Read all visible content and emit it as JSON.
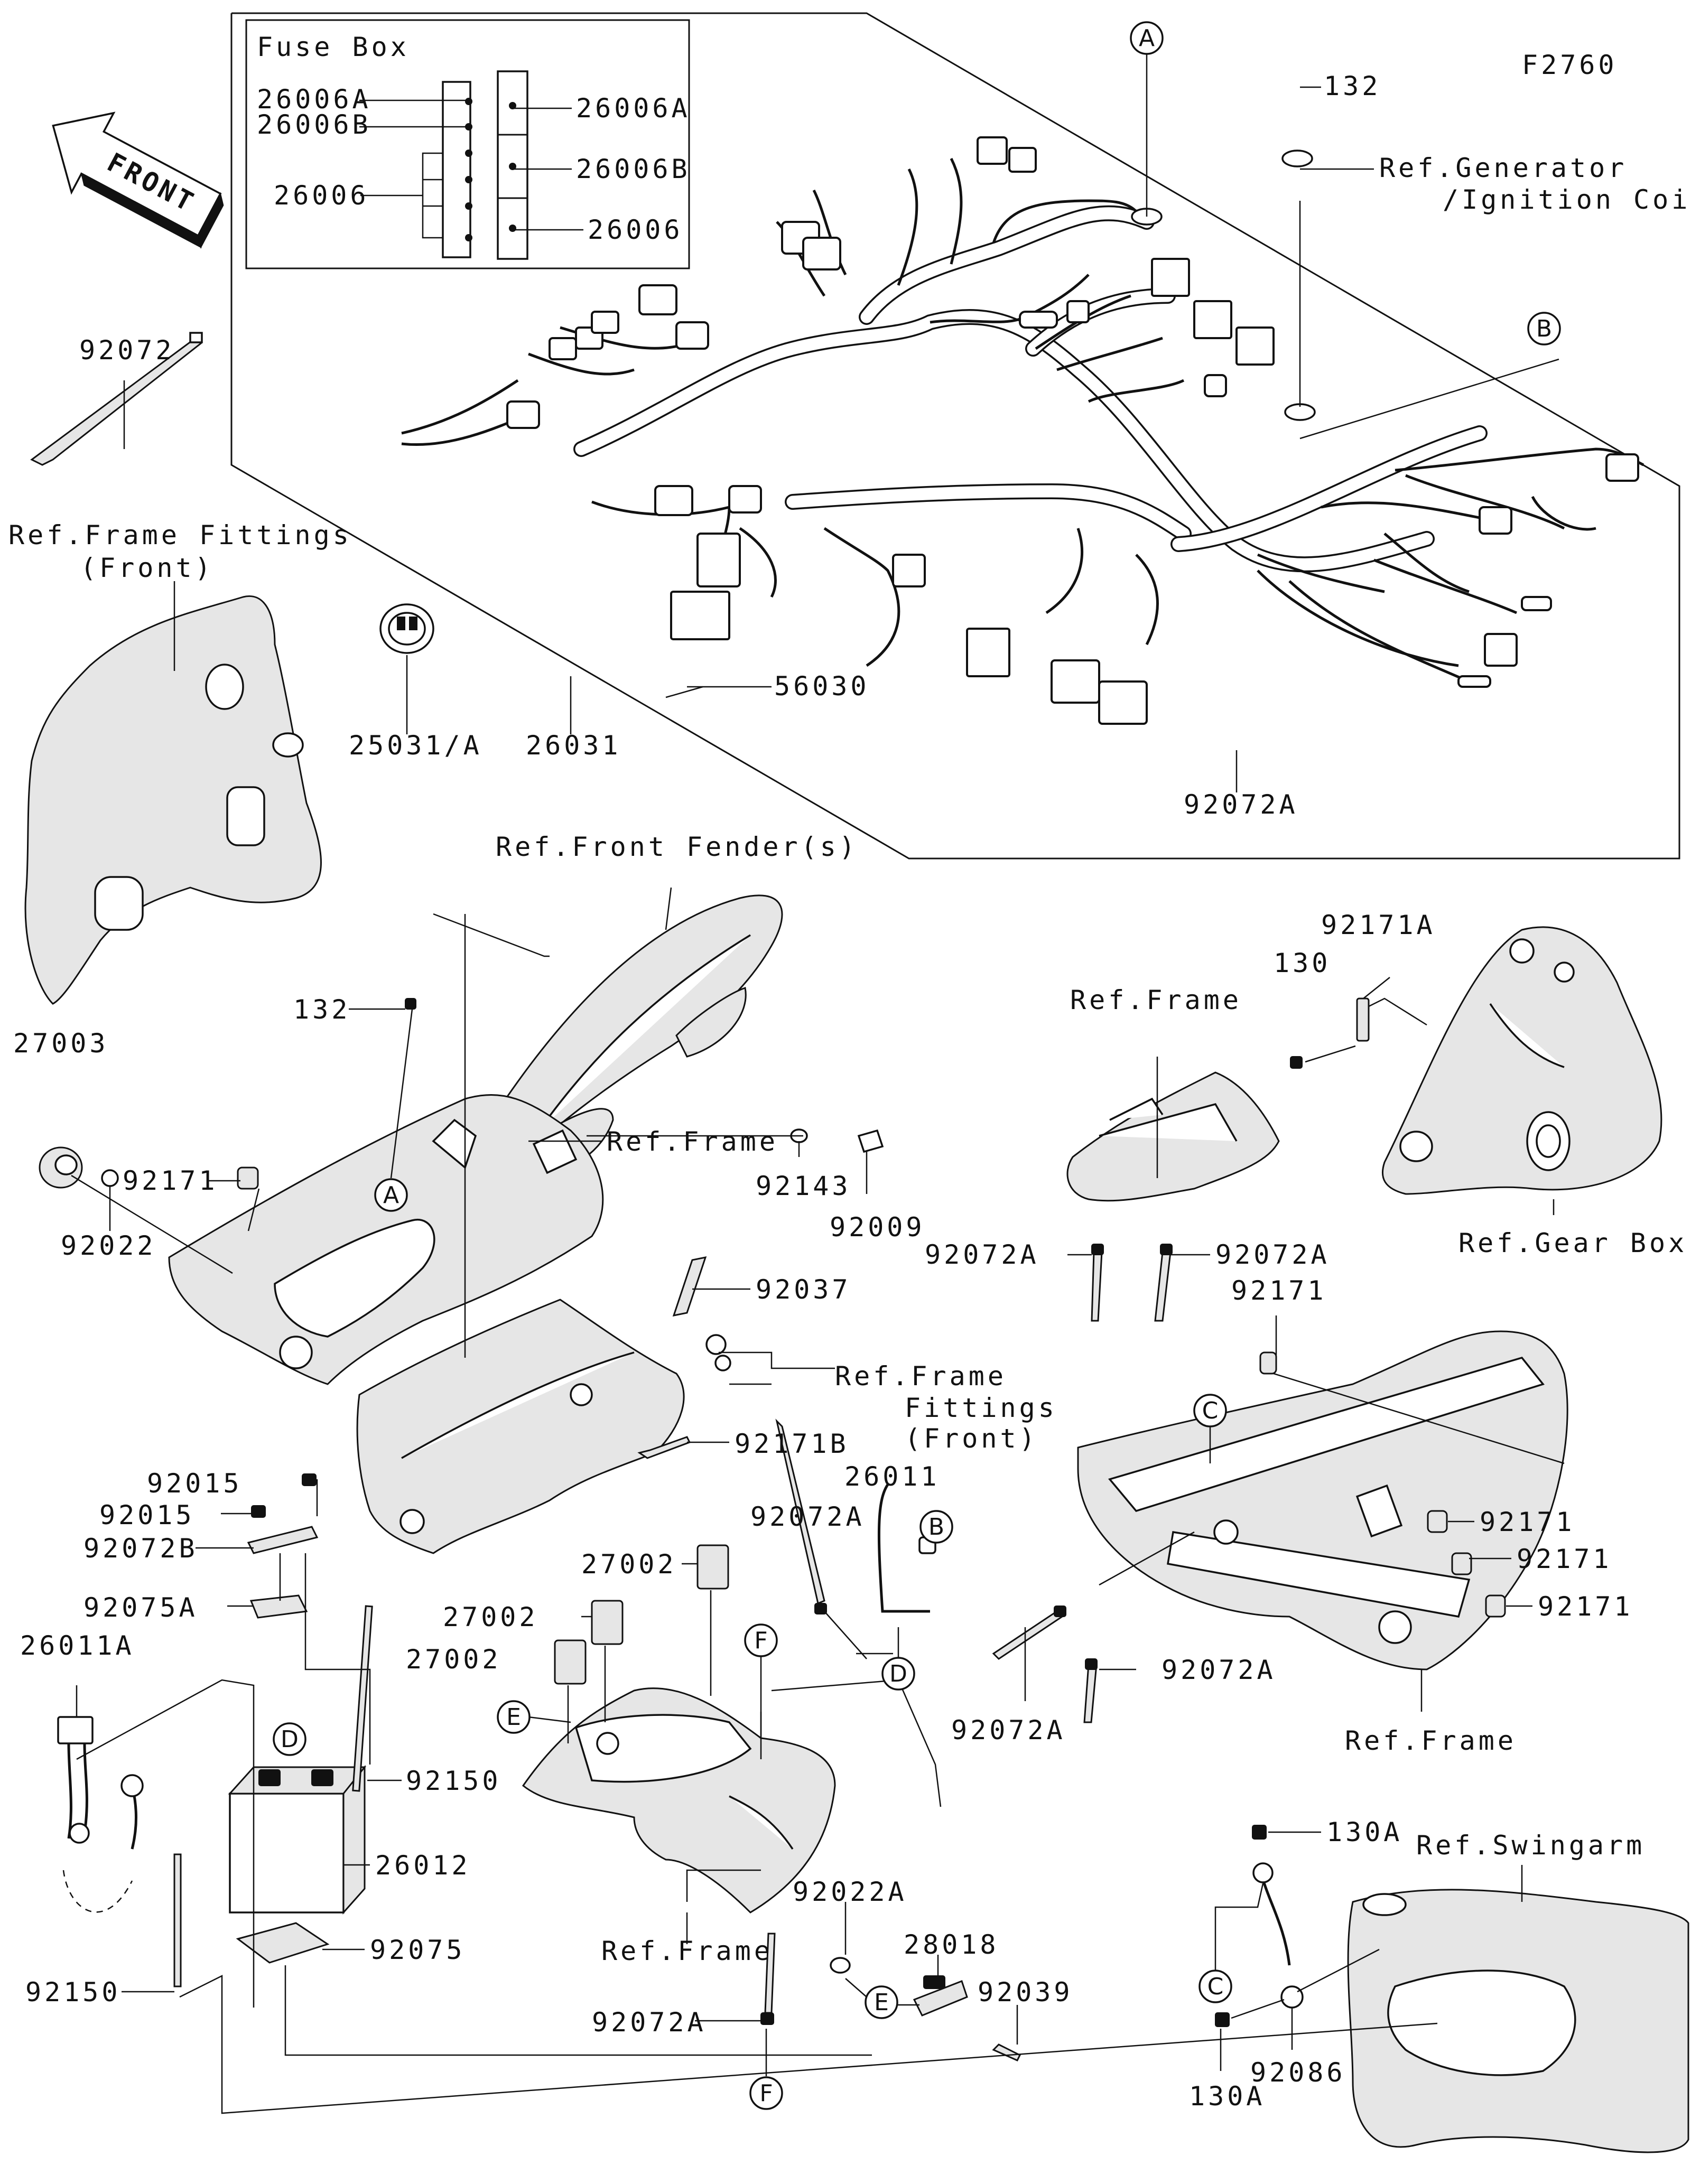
{
  "figure_id": "F2760",
  "front_arrow_label": "FRONT",
  "fuse_box": {
    "title": "Fuse Box",
    "left_labels": [
      "26006A",
      "26006B",
      "26006"
    ],
    "right_labels": [
      "26006A",
      "26006B",
      "26006"
    ]
  },
  "callouts": {
    "circle_a": "A",
    "circle_b": "B",
    "circle_c": "C",
    "circle_d": "D",
    "circle_e": "E",
    "circle_f": "F"
  },
  "labels": {
    "p132_top": "132",
    "ref_generator": "Ref.Generator",
    "ref_generator_2": "/Ignition Coil",
    "p92072": "92072",
    "ref_frame_fittings_front": "Ref.Frame Fittings",
    "ref_frame_fittings_front_2": "(Front)",
    "p25031a": "25031/A",
    "p26031": "26031",
    "p56030": "56030",
    "p92072a_harness": "92072A",
    "ref_front_fenders": "Ref.Front Fender(s)",
    "p132_mid": "132",
    "p27003": "27003",
    "p92171_left": "92171",
    "p92022": "92022",
    "ref_frame_mid": "Ref.Frame",
    "p92143": "92143",
    "p92009": "92009",
    "p92037": "92037",
    "ref_frame_fittings_2a": "Ref.Frame",
    "ref_frame_fittings_2b": "Fittings",
    "ref_frame_fittings_2c": "(Front)",
    "p92171b": "92171B",
    "p92171a": "92171A",
    "p130": "130",
    "ref_frame_right": "Ref.Frame",
    "p92072a_r1": "92072A",
    "p92072a_r2": "92072A",
    "ref_gear_box": "Ref.Gear Box",
    "p92171_r0": "92171",
    "p92171_r1": "92171",
    "p92171_r2": "92171",
    "p92171_r3": "92171",
    "p92072a_r3": "92072A",
    "p92072a_r4": "92072A",
    "ref_frame_lower_right": "Ref.Frame",
    "p92015_a": "92015",
    "p92015_b": "92015",
    "p92072b": "92072B",
    "p92075a": "92075A",
    "p26011a": "26011A",
    "p92150_a": "92150",
    "p26012": "26012",
    "p92075": "92075",
    "p92150_b": "92150",
    "p92072a_mid": "92072A",
    "p26011": "26011",
    "p27002_a": "27002",
    "p27002_b": "27002",
    "p27002_c": "27002",
    "ref_frame_bottom": "Ref.Frame",
    "p92022a": "92022A",
    "p28018": "28018",
    "p92039": "92039",
    "p92072a_bottom": "92072A",
    "p130a_top": "130A",
    "ref_swingarm": "Ref.Swingarm",
    "p92086": "92086",
    "p130a_bottom": "130A"
  }
}
